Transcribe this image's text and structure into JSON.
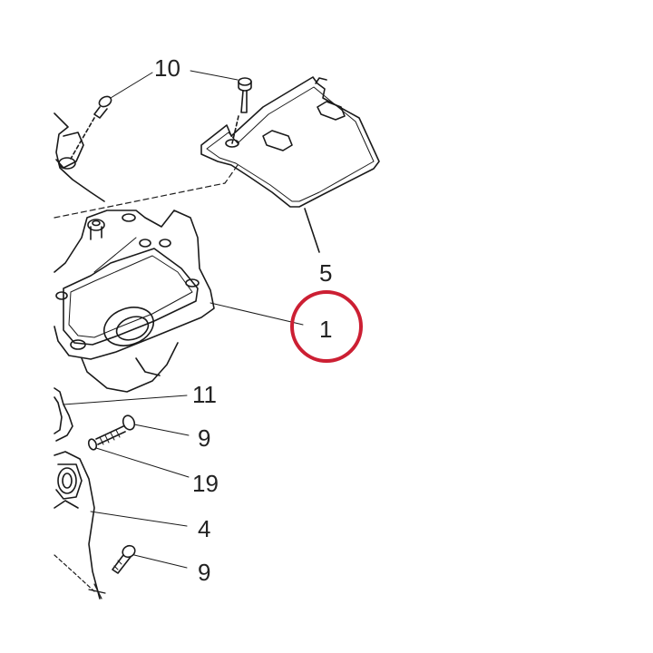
{
  "diagram": {
    "colors": {
      "line": "#1a1a1a",
      "highlight": "#cc1f33",
      "background": "#ffffff"
    },
    "callouts": [
      {
        "id": "callout-10",
        "label": "10"
      },
      {
        "id": "callout-5",
        "label": "5"
      },
      {
        "id": "callout-1",
        "label": "1",
        "highlighted": true
      },
      {
        "id": "callout-11",
        "label": "11"
      },
      {
        "id": "callout-9a",
        "label": "9"
      },
      {
        "id": "callout-19",
        "label": "19"
      },
      {
        "id": "callout-4",
        "label": "4"
      },
      {
        "id": "callout-9b",
        "label": "9"
      }
    ]
  }
}
